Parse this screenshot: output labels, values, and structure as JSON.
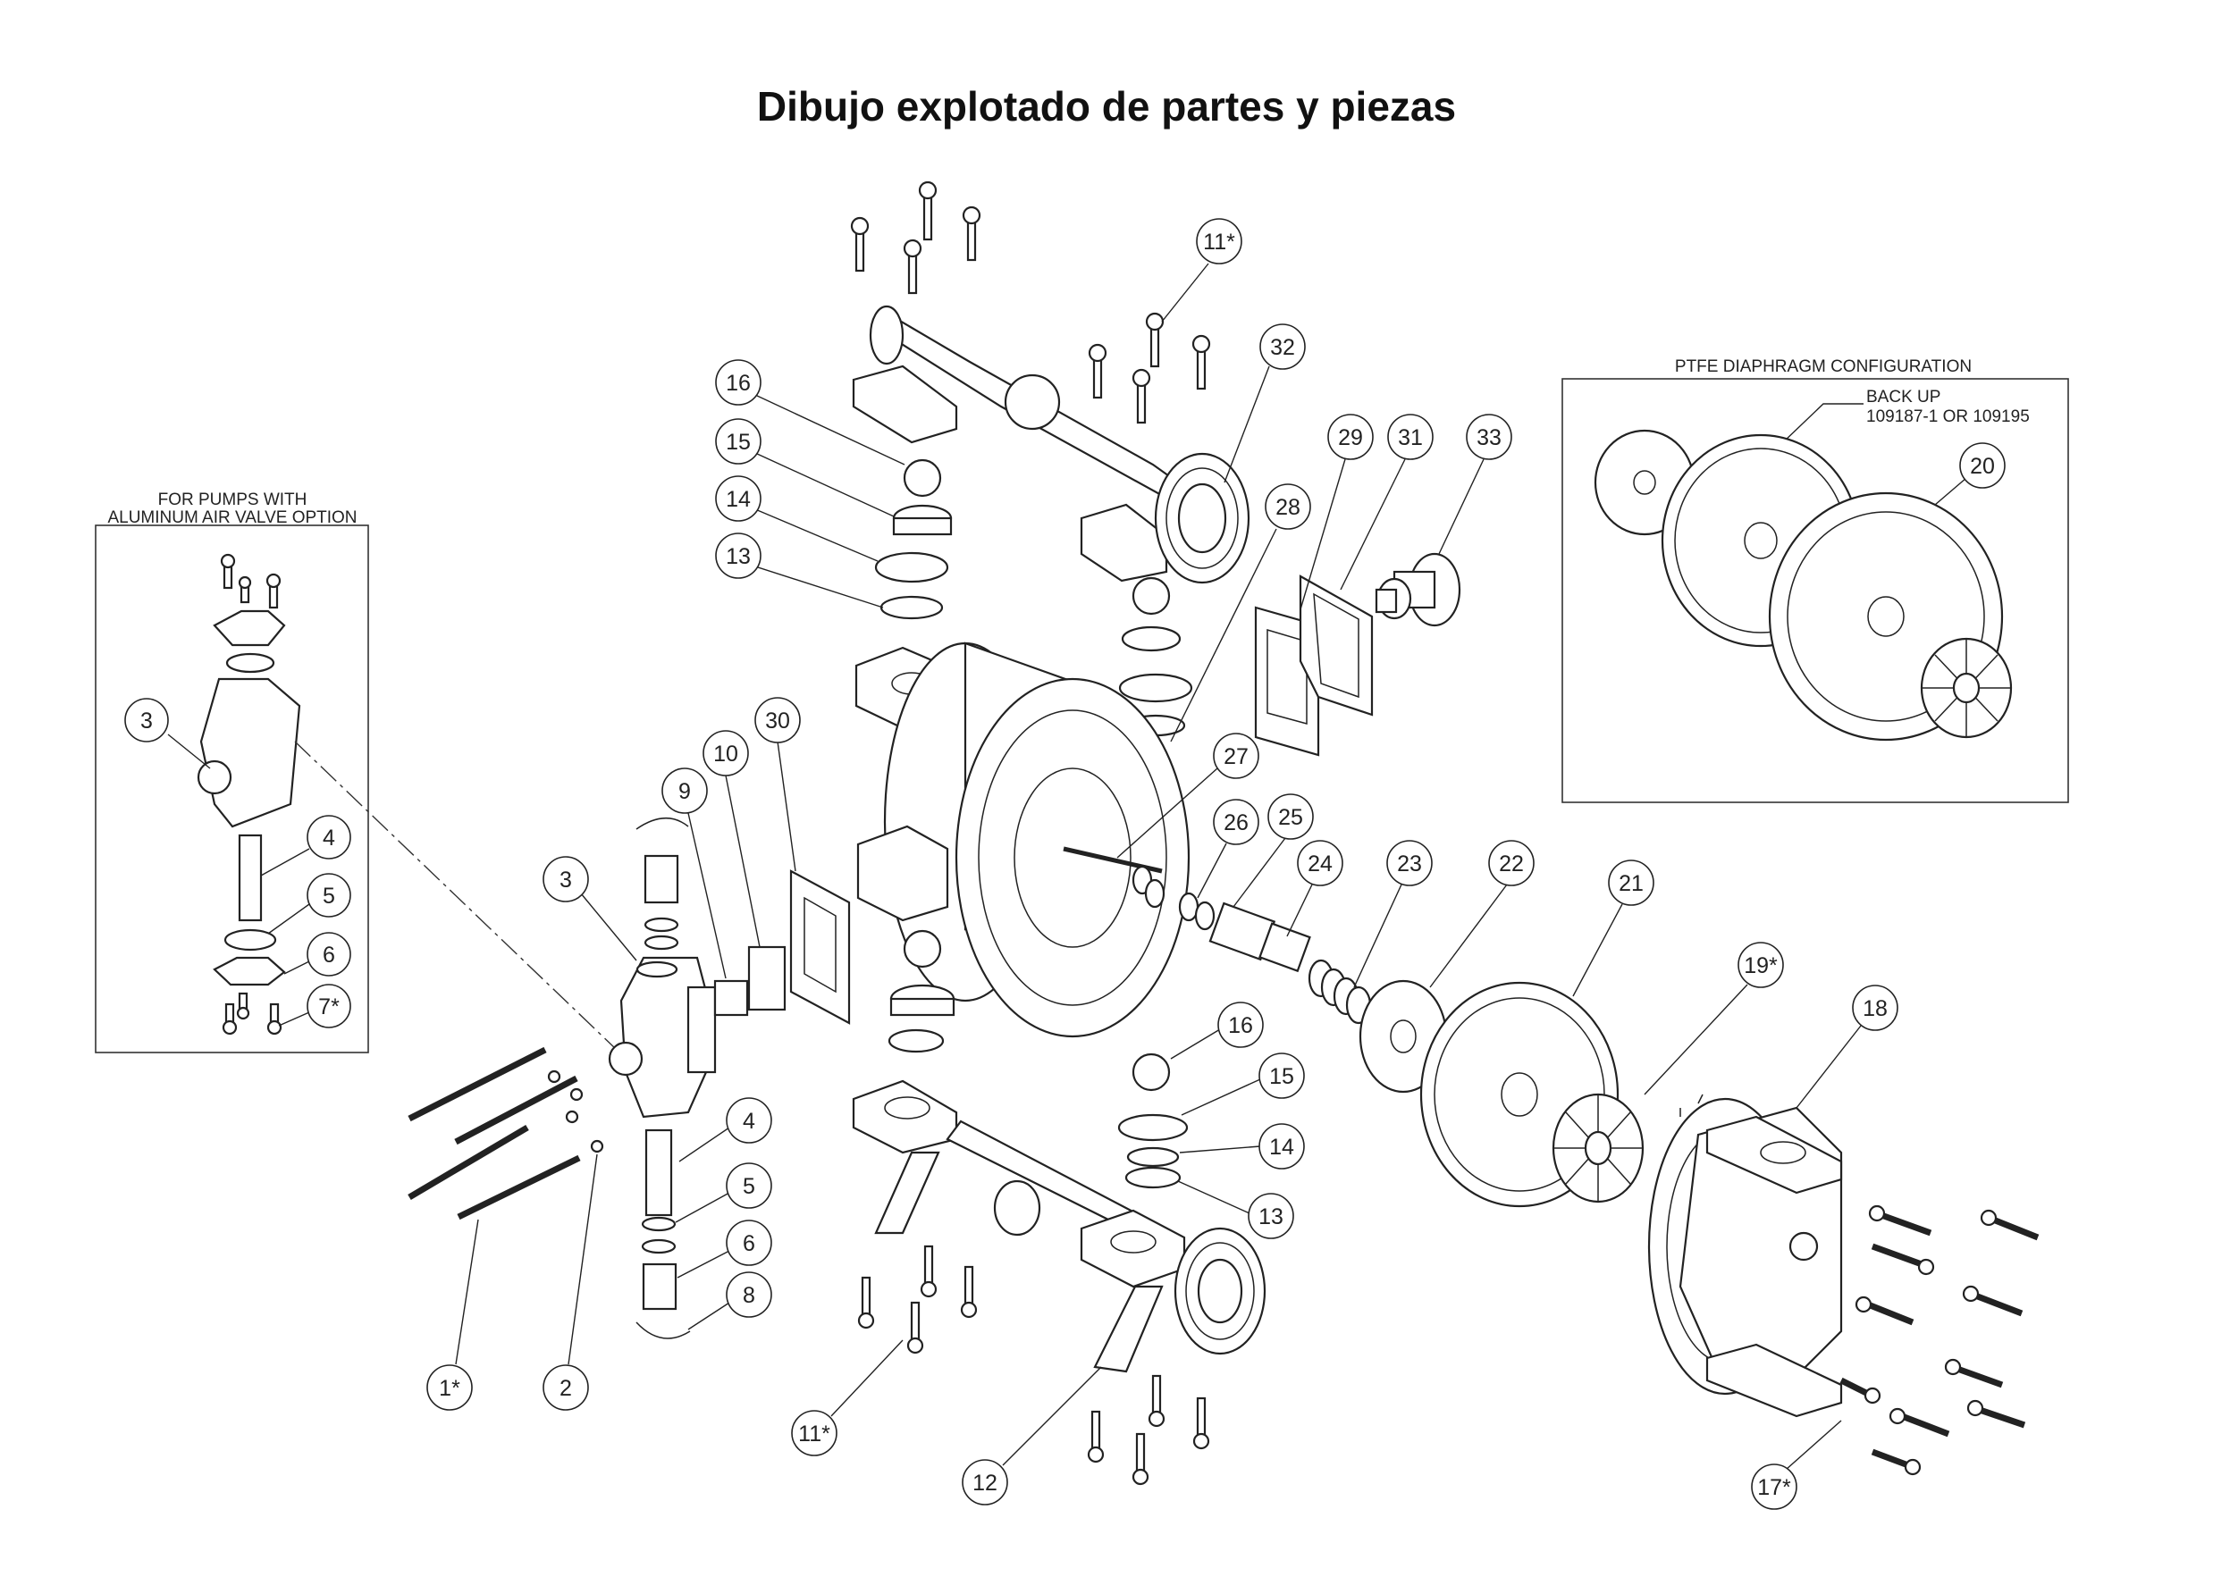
{
  "title": "Dibujo explotado de partes y piezas",
  "inset_left": {
    "caption_line1": "FOR PUMPS WITH",
    "caption_line2": "ALUMINUM AIR VALVE OPTION"
  },
  "inset_right": {
    "caption": "PTFE DIAPHRAGM CONFIGURATION",
    "backup_line1": "BACK UP",
    "backup_line2": "109187-1 OR 109195"
  },
  "callouts": {
    "c1": "1*",
    "c2": "2",
    "c3_inset": "3",
    "c4_inset": "4",
    "c5_inset": "5",
    "c6_inset": "6",
    "c7_inset": "7*",
    "c3": "3",
    "c4": "4",
    "c5": "5",
    "c6": "6",
    "c8": "8",
    "c9": "9",
    "c10": "10",
    "c30": "30",
    "c11_top": "11*",
    "c11_bottom": "11*",
    "c12": "12",
    "c13_top": "13",
    "c14_top": "14",
    "c15_top": "15",
    "c16_top": "16",
    "c13_bottom": "13",
    "c14_bottom": "14",
    "c15_bottom": "15",
    "c16_bottom": "16",
    "c17": "17*",
    "c18": "18",
    "c19": "19*",
    "c20": "20",
    "c21": "21",
    "c22": "22",
    "c23": "23",
    "c24": "24",
    "c25": "25",
    "c26": "26",
    "c27": "27",
    "c28": "28",
    "c29": "29",
    "c31": "31",
    "c32": "32",
    "c33": "33"
  },
  "colors": {
    "line": "#222222",
    "background": "#ffffff"
  }
}
